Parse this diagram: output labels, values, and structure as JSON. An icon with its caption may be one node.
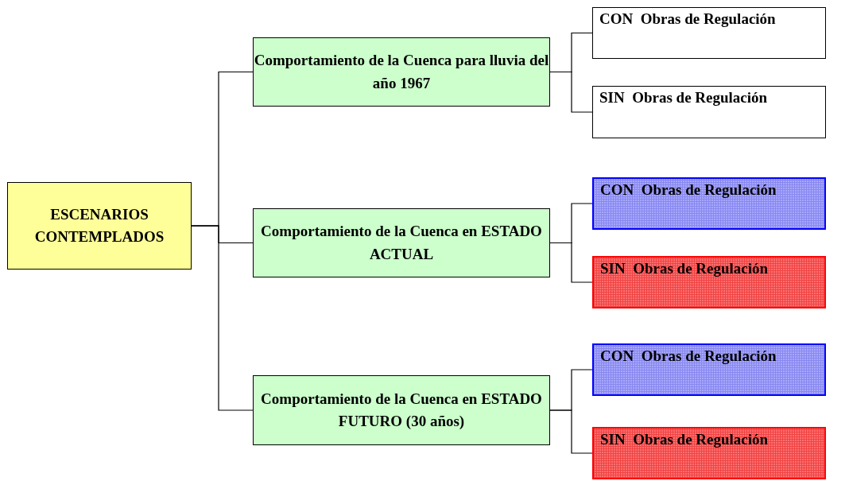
{
  "diagram": {
    "nodes": [
      {
        "text": [
          "ESCENARIOS CONTEMPLADOS"
        ]
      },
      {
        "text": [
          "Comportamiento de la Cuenca para lluvia del año 1967"
        ]
      },
      {
        "text": [
          "Comportamiento de la Cuenca en ESTADO ACTUAL"
        ]
      },
      {
        "text": [
          "Comportamiento de la Cuenca en ESTADO FUTURO (30 años)"
        ]
      },
      {
        "text": [
          "CON  Obras de Regulación"
        ]
      },
      {
        "text": [
          "SIN  Obras de Regulación"
        ]
      },
      {
        "text": [
          "CON  Obras de Regulación"
        ]
      },
      {
        "text": [
          "SIN  Obras de Regulación"
        ]
      },
      {
        "text": [
          "CON  Obras de Regulación"
        ]
      },
      {
        "text": [
          "SIN  Obras de Regulación"
        ]
      }
    ],
    "edges": [
      {
        "from": 0,
        "to": 1,
        "arrow": "none"
      },
      {
        "from": 0,
        "to": 2,
        "arrow": "none"
      },
      {
        "from": 0,
        "to": 3,
        "arrow": "none"
      },
      {
        "from": 1,
        "to": 4,
        "arrow": "none"
      },
      {
        "from": 1,
        "to": 5,
        "arrow": "none"
      },
      {
        "from": 2,
        "to": 6,
        "arrow": "none"
      },
      {
        "from": 2,
        "to": 7,
        "arrow": "none"
      },
      {
        "from": 3,
        "to": 8,
        "arrow": "none"
      },
      {
        "from": 3,
        "to": 9,
        "arrow": "none"
      }
    ]
  }
}
